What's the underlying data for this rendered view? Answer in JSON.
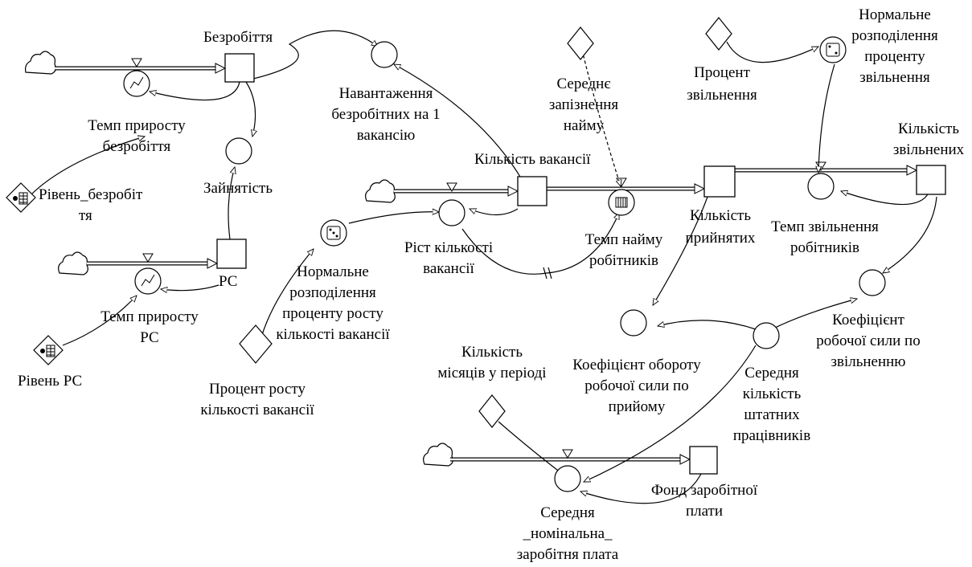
{
  "labels": {
    "bezrobittia": "Безробіття",
    "temp_prirostu_bezrobittia_1": "Темп приросту",
    "temp_prirostu_bezrobittia_2": "безробіття",
    "riven_bezrobittia_1": "Рівень_безробіт",
    "riven_bezrobittia_2": "тя",
    "zainiatist": "Зайнятість",
    "navantazhennia_1": "Навантаження",
    "navantazhennia_2": "безробітних на 1",
    "navantazhennia_3": "вакансію",
    "serednie_zapiznennia_1": "Середнє",
    "serednie_zapiznennia_2": "запізнення",
    "serednie_zapiznennia_3": "найму",
    "protsent_zvilnennia_1": "Процент",
    "protsent_zvilnennia_2": "звільнення",
    "normalne_zvilnennia_1": "Нормальне",
    "normalne_zvilnennia_2": "розподілення",
    "normalne_zvilnennia_3": "проценту",
    "normalne_zvilnennia_4": "звільнення",
    "kilkist_zvilnenykh_1": "Кількість",
    "kilkist_zvilnenykh_2": "звільнених",
    "kilkist_vakansii": "Кількість вакансії",
    "kilkist_pryiniatykh_1": "Кількість",
    "kilkist_pryiniatykh_2": "прийнятих",
    "temp_zvilnennia_1": "Темп звільнення",
    "temp_zvilnennia_2": "робітників",
    "rist_kilkosti_1": "Ріст кількості",
    "rist_kilkosti_2": "вакансії",
    "temp_naimu_1": "Темп найму",
    "temp_naimu_2": "робітників",
    "pc": "РС",
    "temp_prirostu_pc_1": "Темп приросту",
    "temp_prirostu_pc_2": "РС",
    "riven_pc": "Рівень РС",
    "normalne_rostu_1": "Нормальне",
    "normalne_rostu_2": "розподілення",
    "normalne_rostu_3": "проценту росту",
    "normalne_rostu_4": "кількості вакансії",
    "protsent_rostu_1": "Процент росту",
    "protsent_rostu_2": "кількості вакансії",
    "koef_oborotu_1": "Коефіцієнт обороту",
    "koef_oborotu_2": "робочої сили по",
    "koef_oborotu_3": "прийому",
    "koef_zvilnennia_1": "Коефіцієнт",
    "koef_zvilnennia_2": "робочої сили по",
    "koef_zvilnennia_3": "звільненню",
    "serednia_kilkist_1": "Середня",
    "serednia_kilkist_2": "кількість",
    "serednia_kilkist_3": "штатних",
    "serednia_kilkist_4": "працівників",
    "kilkist_misiatsiv_1": "Кількість",
    "kilkist_misiatsiv_2": "місяців у періоді",
    "fond_1": "Фонд заробітної",
    "fond_2": "плати",
    "serednia_nominalna_1": "Середня",
    "serednia_nominalna_2": "_номінальна_",
    "serednia_nominalna_3": "заробітня плата"
  }
}
